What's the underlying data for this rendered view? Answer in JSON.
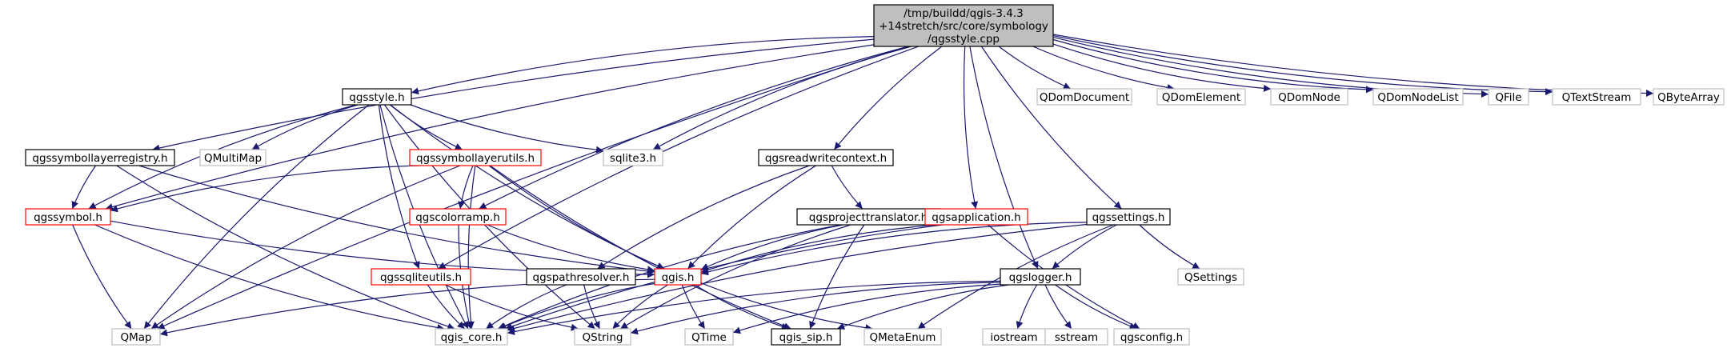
{
  "colors": {
    "edge": "#191970",
    "root_fill": "#bfbfbf",
    "documented_border": "#000000",
    "has_missing_docs_border": "#ff0000",
    "undocumented_border": "#bfbfbf"
  },
  "nodes": [
    {
      "id": "root",
      "label": [
        "/tmp/buildd/qgis-3.4.3",
        "+14stretch/src/core/symbology",
        "/qgsstyle.cpp"
      ],
      "style": "root"
    },
    {
      "id": "qgsstyle_h",
      "label": [
        "qgsstyle.h"
      ],
      "style": "black"
    },
    {
      "id": "qdomdocument",
      "label": [
        "QDomDocument"
      ],
      "style": "gray"
    },
    {
      "id": "qdomelement",
      "label": [
        "QDomElement"
      ],
      "style": "gray"
    },
    {
      "id": "qdomnode",
      "label": [
        "QDomNode"
      ],
      "style": "gray"
    },
    {
      "id": "qdomnodelist",
      "label": [
        "QDomNodeList"
      ],
      "style": "gray"
    },
    {
      "id": "qfile",
      "label": [
        "QFile"
      ],
      "style": "gray"
    },
    {
      "id": "qtextstream",
      "label": [
        "QTextStream"
      ],
      "style": "gray"
    },
    {
      "id": "qbytearray",
      "label": [
        "QByteArray"
      ],
      "style": "gray"
    },
    {
      "id": "qgssymbollayerregistry_h",
      "label": [
        "qgssymbollayerregistry.h"
      ],
      "style": "black"
    },
    {
      "id": "qmultimap",
      "label": [
        "QMultiMap"
      ],
      "style": "gray"
    },
    {
      "id": "qgssymbollayerutils_h",
      "label": [
        "qgssymbollayerutils.h"
      ],
      "style": "red"
    },
    {
      "id": "sqlite3_h",
      "label": [
        "sqlite3.h"
      ],
      "style": "gray"
    },
    {
      "id": "qgsreadwritecontext_h",
      "label": [
        "qgsreadwritecontext.h"
      ],
      "style": "black"
    },
    {
      "id": "qgssymbol_h",
      "label": [
        "qgssymbol.h"
      ],
      "style": "red"
    },
    {
      "id": "qgscolorramp_h",
      "label": [
        "qgscolorramp.h"
      ],
      "style": "red"
    },
    {
      "id": "qgsprojecttranslator_h",
      "label": [
        "qgsprojecttranslator.h"
      ],
      "style": "black"
    },
    {
      "id": "qgsapplication_h",
      "label": [
        "qgsapplication.h"
      ],
      "style": "red"
    },
    {
      "id": "qgssettings_h",
      "label": [
        "qgssettings.h"
      ],
      "style": "black"
    },
    {
      "id": "qgssqliteutils_h",
      "label": [
        "qgssqliteutils.h"
      ],
      "style": "red"
    },
    {
      "id": "qgspathresolver_h",
      "label": [
        "qgspathresolver.h"
      ],
      "style": "black"
    },
    {
      "id": "qgis_h",
      "label": [
        "qgis.h"
      ],
      "style": "red"
    },
    {
      "id": "qgslogger_h",
      "label": [
        "qgslogger.h"
      ],
      "style": "black"
    },
    {
      "id": "qsettings",
      "label": [
        "QSettings"
      ],
      "style": "gray"
    },
    {
      "id": "qmap",
      "label": [
        "QMap"
      ],
      "style": "gray"
    },
    {
      "id": "qgis_core_h",
      "label": [
        "qgis_core.h"
      ],
      "style": "gray"
    },
    {
      "id": "qstring",
      "label": [
        "QString"
      ],
      "style": "gray"
    },
    {
      "id": "qtime",
      "label": [
        "QTime"
      ],
      "style": "gray"
    },
    {
      "id": "qgis_sip_h",
      "label": [
        "qgis_sip.h"
      ],
      "style": "black"
    },
    {
      "id": "qmetaenum",
      "label": [
        "QMetaEnum"
      ],
      "style": "gray"
    },
    {
      "id": "iostream",
      "label": [
        "iostream"
      ],
      "style": "gray"
    },
    {
      "id": "sstream",
      "label": [
        "sstream"
      ],
      "style": "gray"
    },
    {
      "id": "qgsconfig_h",
      "label": [
        "qgsconfig.h"
      ],
      "style": "gray"
    }
  ],
  "edges": [
    [
      "root",
      "qgsstyle_h"
    ],
    [
      "root",
      "qdomdocument"
    ],
    [
      "root",
      "qdomelement"
    ],
    [
      "root",
      "qdomnode"
    ],
    [
      "root",
      "qdomnodelist"
    ],
    [
      "root",
      "qfile"
    ],
    [
      "root",
      "qtextstream"
    ],
    [
      "root",
      "qbytearray"
    ],
    [
      "root",
      "qgssymbollayerregistry_h"
    ],
    [
      "root",
      "qgssymbol_h"
    ],
    [
      "root",
      "qmap"
    ],
    [
      "root",
      "sqlite3_h"
    ],
    [
      "root",
      "qgscolorramp_h"
    ],
    [
      "root",
      "qgssqliteutils_h"
    ],
    [
      "root",
      "qgsreadwritecontext_h"
    ],
    [
      "root",
      "qgsapplication_h"
    ],
    [
      "root",
      "qgslogger_h"
    ],
    [
      "root",
      "qgssettings_h"
    ],
    [
      "qgsstyle_h",
      "qgssymbollayerutils_h"
    ],
    [
      "qgsstyle_h",
      "qmultimap"
    ],
    [
      "qgsstyle_h",
      "sqlite3_h"
    ],
    [
      "qgsstyle_h",
      "qgssymbol_h"
    ],
    [
      "qgsstyle_h",
      "qgssqliteutils_h"
    ],
    [
      "qgsstyle_h",
      "qgis_h"
    ],
    [
      "qgsstyle_h",
      "qgis_core_h"
    ],
    [
      "qgsstyle_h",
      "qstring"
    ],
    [
      "qgsstyle_h",
      "qmap"
    ],
    [
      "qgssymbollayerregistry_h",
      "qgssymbol_h"
    ],
    [
      "qgssymbollayerregistry_h",
      "qgis_h"
    ],
    [
      "qgssymbollayerregistry_h",
      "qgis_core_h"
    ],
    [
      "qgssymbollayerutils_h",
      "qgssymbol_h"
    ],
    [
      "qgssymbollayerutils_h",
      "qgscolorramp_h"
    ],
    [
      "qgssymbollayerutils_h",
      "qgis_h"
    ],
    [
      "qgssymbollayerutils_h",
      "qgis_core_h"
    ],
    [
      "qgssymbollayerutils_h",
      "qgis_sip_h"
    ],
    [
      "qgssymbollayerutils_h",
      "qmap"
    ],
    [
      "qgssymbol_h",
      "qgis_h"
    ],
    [
      "qgssymbol_h",
      "qmap"
    ],
    [
      "qgssymbol_h",
      "qgis_core_h"
    ],
    [
      "qgscolorramp_h",
      "qgis_h"
    ],
    [
      "qgscolorramp_h",
      "qgis_core_h"
    ],
    [
      "qgssqliteutils_h",
      "qgis_core_h"
    ],
    [
      "qgssqliteutils_h",
      "qstring"
    ],
    [
      "qgsreadwritecontext_h",
      "qgsprojecttranslator_h"
    ],
    [
      "qgsreadwritecontext_h",
      "qgspathresolver_h"
    ],
    [
      "qgsreadwritecontext_h",
      "qgis_h"
    ],
    [
      "qgsprojecttranslator_h",
      "qgis_h"
    ],
    [
      "qgsprojecttranslator_h",
      "qgis_core_h"
    ],
    [
      "qgsprojecttranslator_h",
      "qgis_sip_h"
    ],
    [
      "qgsprojecttranslator_h",
      "qstring"
    ],
    [
      "qgspathresolver_h",
      "qgis_core_h"
    ],
    [
      "qgspathresolver_h",
      "qstring"
    ],
    [
      "qgsapplication_h",
      "qgis_h"
    ],
    [
      "qgsapplication_h",
      "qgsconfig_h"
    ],
    [
      "qgsapplication_h",
      "qgis_core_h"
    ],
    [
      "qgssettings_h",
      "qgis_h"
    ],
    [
      "qgssettings_h",
      "qsettings"
    ],
    [
      "qgssettings_h",
      "qgslogger_h"
    ],
    [
      "qgssettings_h",
      "qgis_core_h"
    ],
    [
      "qgssettings_h",
      "qmetaenum"
    ],
    [
      "qgis_h",
      "qgis_core_h"
    ],
    [
      "qgis_h",
      "qstring"
    ],
    [
      "qgis_h",
      "qtime"
    ],
    [
      "qgis_h",
      "qgis_sip_h"
    ],
    [
      "qgis_h",
      "qmetaenum"
    ],
    [
      "qgis_h",
      "qmap"
    ],
    [
      "qgslogger_h",
      "iostream"
    ],
    [
      "qgslogger_h",
      "sstream"
    ],
    [
      "qgslogger_h",
      "qgsconfig_h"
    ],
    [
      "qgslogger_h",
      "qgis_core_h"
    ],
    [
      "qgslogger_h",
      "qstring"
    ],
    [
      "qgslogger_h",
      "qtime"
    ],
    [
      "qgslogger_h",
      "qgis_sip_h"
    ]
  ]
}
